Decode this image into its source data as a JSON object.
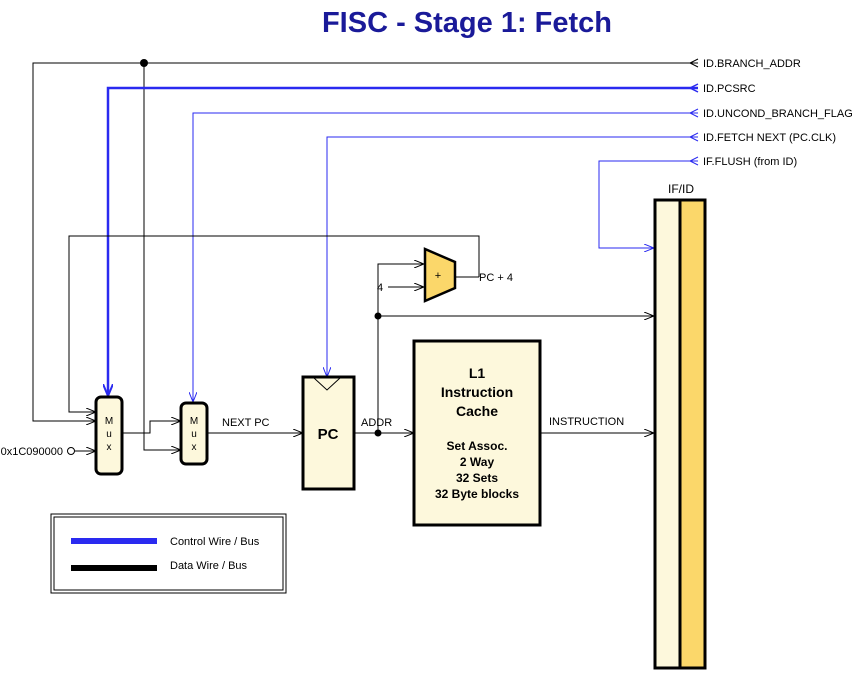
{
  "title": "FISC - Stage 1: Fetch",
  "signals": {
    "branch_addr": "ID.BRANCH_ADDR",
    "pcsrc": "ID.PCSRC",
    "uncond": "ID.UNCOND_BRANCH_FLAG",
    "fetch_next": "ID.FETCH NEXT (PC.CLK)",
    "flush": "IF.FLUSH (from ID)"
  },
  "constant_input": "0x1C090000",
  "mux_label": [
    "M",
    "u",
    "x"
  ],
  "adder": {
    "symbol": "+",
    "const_input": "4",
    "output_label": "PC + 4"
  },
  "labels": {
    "next_pc": "NEXT PC",
    "addr": "ADDR",
    "instruction": "INSTRUCTION"
  },
  "pc_label": "PC",
  "cache": {
    "title_lines": [
      "L1",
      "Instruction",
      "Cache"
    ],
    "detail_lines": [
      "Set Assoc.",
      "2 Way",
      "32 Sets",
      "32 Byte blocks"
    ]
  },
  "ifid_label": "IF/ID",
  "legend": {
    "control": "Control Wire / Bus",
    "data": "Data Wire / Bus"
  },
  "colors": {
    "control": "#2a2af0",
    "data": "#000000",
    "block_fill": "#fdf8dc",
    "ifid_right": "#fbd76a",
    "title": "#1a1a99"
  }
}
